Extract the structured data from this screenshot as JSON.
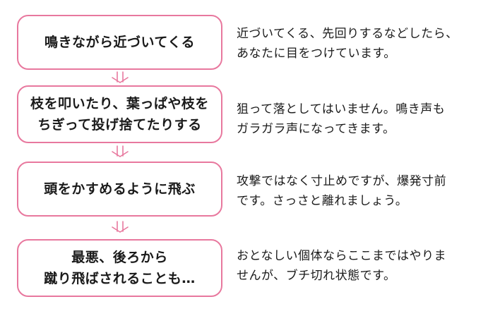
{
  "steps": [
    {
      "title": "鳴きながら近づいてくる",
      "description": "近づいてくる、先回りするなどしたら、\nあなたに目をつけています。"
    },
    {
      "title": "枝を叩いたり、葉っぱや枝を\nちぎって投げ捨てたりする",
      "description": "狙って落としてはいません。鳴き声も\nガラガラ声になってきます。"
    },
    {
      "title": "頭をかすめるように飛ぶ",
      "description": "攻撃ではなく寸止めですが、爆発寸前\nです。さっさと離れましょう。"
    },
    {
      "title": "最悪、後ろから\n蹴り飛ばされることも…",
      "description": "おとなしい個体ならここまではやりま\nせんが、ブチ切れ状態です。"
    }
  ],
  "colors": {
    "border": "#e8789e",
    "arrow": "#e8789e",
    "text": "#1a1a1a"
  },
  "icons": {
    "arrow": "double-down-arrow-icon"
  }
}
